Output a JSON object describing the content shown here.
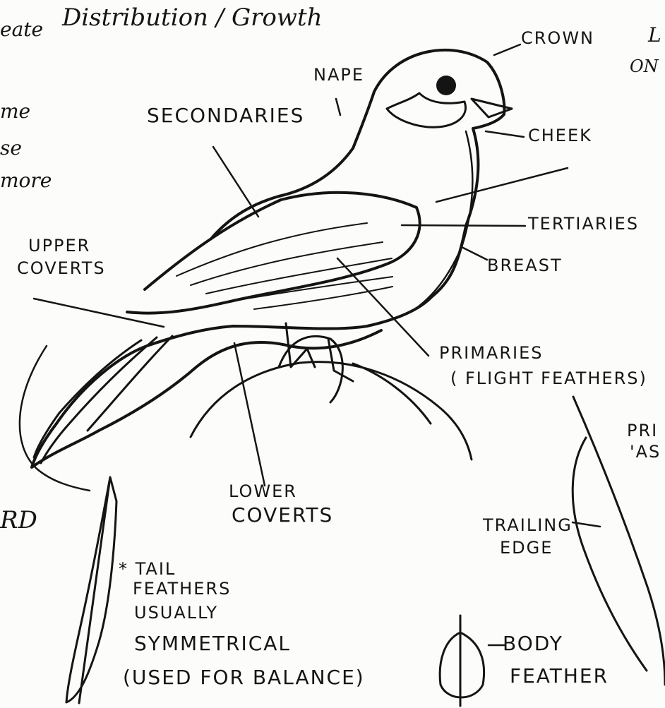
{
  "header": {
    "left_fragment": "eate",
    "title_visible": "Distribution / Growth",
    "right_fragment": "L",
    "right_fragment2": "ON"
  },
  "left_notes": {
    "line1": "me",
    "line2": "se",
    "line3": "more",
    "line4": "RD"
  },
  "labels": {
    "crown": "CROWN",
    "nape": "NAPE",
    "secondaries": "SECONDARIES",
    "cheek": "CHEEK",
    "tertiaries": "TERTIARIES",
    "breast": "BREAST",
    "upper_coverts_1": "UPPER",
    "upper_coverts_2": "COVERTS",
    "primaries_1": "PRIMARIES",
    "primaries_2": "( FLIGHT FEATHERS)",
    "lower_coverts_1": "LOWER",
    "lower_coverts_2": "COVERTS",
    "trailing_edge_1": "TRAILING",
    "trailing_edge_2": "EDGE",
    "primary_fragment_1": "PRI",
    "primary_fragment_2": "'AS"
  },
  "tail_note": {
    "line1": "* TAIL",
    "line2": "FEATHERS",
    "line3": "USUALLY",
    "line4": "SYMMETRICAL",
    "line5": "(USED FOR BALANCE)"
  },
  "body_feather": {
    "line1": "BODY",
    "line2": "FEATHER"
  },
  "icons": [
    "bird-sketch",
    "tail-feather-sketch",
    "body-feather-sketch",
    "primary-feather-sketch"
  ]
}
